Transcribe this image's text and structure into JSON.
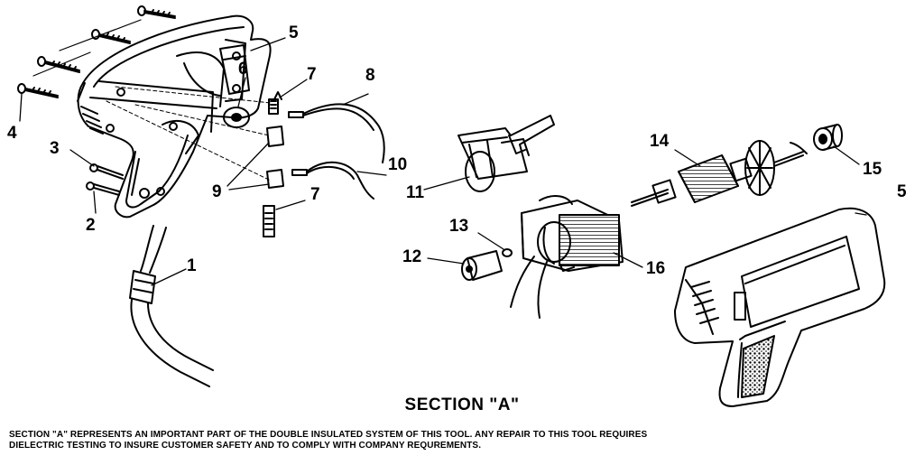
{
  "diagram": {
    "callouts": [
      {
        "id": "c1",
        "label": "1"
      },
      {
        "id": "c2",
        "label": "2"
      },
      {
        "id": "c3",
        "label": "3"
      },
      {
        "id": "c4",
        "label": "4"
      },
      {
        "id": "c5a",
        "label": "5"
      },
      {
        "id": "c5b",
        "label": "5"
      },
      {
        "id": "c6",
        "label": "6"
      },
      {
        "id": "c7a",
        "label": "7"
      },
      {
        "id": "c7b",
        "label": "7"
      },
      {
        "id": "c8",
        "label": "8"
      },
      {
        "id": "c9",
        "label": "9"
      },
      {
        "id": "c10",
        "label": "10"
      },
      {
        "id": "c11",
        "label": "11"
      },
      {
        "id": "c12",
        "label": "12"
      },
      {
        "id": "c13",
        "label": "13"
      },
      {
        "id": "c14",
        "label": "14"
      },
      {
        "id": "c15",
        "label": "15"
      },
      {
        "id": "c16",
        "label": "16"
      }
    ]
  },
  "section_title": "SECTION \"A\"",
  "note": {
    "line1": "SECTION \"A\" REPRESENTS AN IMPORTANT PART OF THE DOUBLE INSULATED SYSTEM OF THIS TOOL. ANY REPAIR TO THIS TOOL REQUIRES",
    "line2": "DIELECTRIC TESTING TO INSURE CUSTOMER SAFETY AND TO COMPLY WITH COMPANY REQUREMENTS."
  }
}
